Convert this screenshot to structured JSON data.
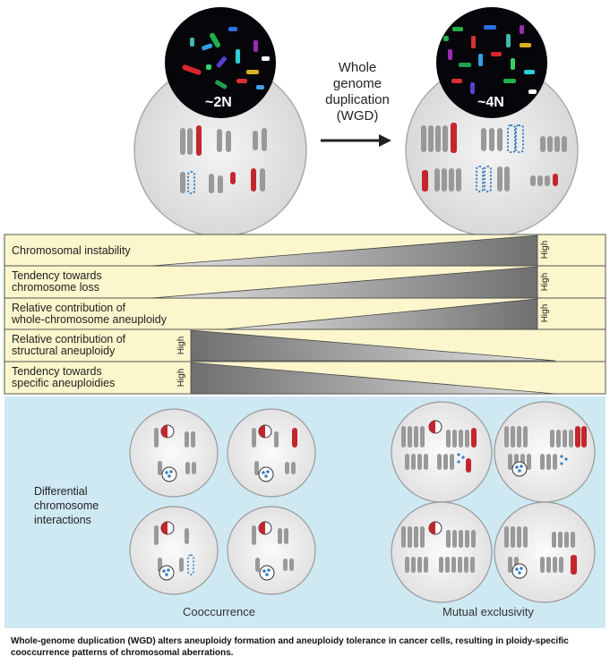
{
  "top": {
    "left_ploidy": "~2N",
    "right_ploidy": "~4N",
    "arrow_label": [
      "Whole",
      "genome",
      "duplication",
      "(WGD)"
    ]
  },
  "gradients": [
    {
      "label": [
        "Chromosomal instability"
      ],
      "high": "High",
      "high_side": "right"
    },
    {
      "label": [
        "Tendency towards",
        "chromosome loss"
      ],
      "high": "High",
      "high_side": "right"
    },
    {
      "label": [
        "Relative contribution of",
        "whole-chromosome aneuploidy"
      ],
      "high": "High",
      "high_side": "right"
    },
    {
      "label": [
        "Relative contribution of",
        "structural aneuploidy"
      ],
      "high": "High",
      "high_side": "left"
    },
    {
      "label": [
        "Tendency towards",
        "specific aneuploidies"
      ],
      "high": "High",
      "high_side": "left"
    }
  ],
  "bottom": {
    "side_label": [
      "Differential",
      "chromosome",
      "interactions"
    ],
    "left_caption": "Cooccurrence",
    "right_caption": "Mutual exclusivity"
  },
  "caption": "Whole-genome duplication (WGD) alters aneuploidy formation and aneuploidy tolerance in cancer cells, resulting in ploidy-specific cooccurrence patterns of chromosomal aberrations.",
  "colors": {
    "band": "#fbf6cc",
    "panel": "#cfe9f3",
    "chrom": "#999999",
    "red": "#c4262e",
    "blue": "#3a7fc1"
  }
}
